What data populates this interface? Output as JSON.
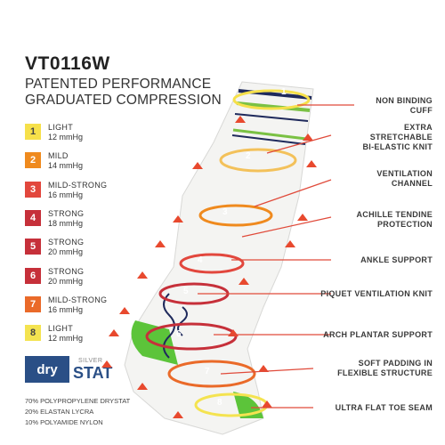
{
  "product": {
    "model": "VT0116W",
    "subtitle_1": "PATENTED PERFORMANCE",
    "subtitle_2": "GRADUATED COMPRESSION"
  },
  "levels": [
    {
      "num": "1",
      "name": "LIGHT",
      "value": "12 mmHg",
      "color": "#f6e04a",
      "text_color": "#444444"
    },
    {
      "num": "2",
      "name": "MILD",
      "value": "14 mmHg",
      "color": "#ef8a1e",
      "text_color": "#ffffff"
    },
    {
      "num": "3",
      "name": "MILD-STRONG",
      "value": "16 mmHg",
      "color": "#e2473d",
      "text_color": "#ffffff"
    },
    {
      "num": "4",
      "name": "STRONG",
      "value": "18 mmHg",
      "color": "#c6303a",
      "text_color": "#ffffff"
    },
    {
      "num": "5",
      "name": "STRONG",
      "value": "20 mmHg",
      "color": "#c6303a",
      "text_color": "#ffffff"
    },
    {
      "num": "6",
      "name": "STRONG",
      "value": "20 mmHg",
      "color": "#c6303a",
      "text_color": "#ffffff"
    },
    {
      "num": "7",
      "name": "MILD-STRONG",
      "value": "16 mmHg",
      "color": "#ea6a29",
      "text_color": "#ffffff"
    },
    {
      "num": "8",
      "name": "LIGHT",
      "value": "12 mmHg",
      "color": "#f4e350",
      "text_color": "#444444"
    }
  ],
  "brand": {
    "box": "dry",
    "silver": "SILVER",
    "stat": "STAT"
  },
  "materials": [
    "70% POLYPROPYLENE DRYSTAT",
    "20% ELASTAN LYCRA",
    "10% POLYAMIDE NYLON"
  ],
  "features": [
    {
      "line1": "NON BINDING",
      "line2": "CUFF",
      "line3": ""
    },
    {
      "line1": "EXTRA",
      "line2": "STRETCHABLE",
      "line3": "BI-ELASTIC KNIT"
    },
    {
      "line1": "VENTILATION",
      "line2": "CHANNEL",
      "line3": ""
    },
    {
      "line1": "ACHILLE TENDINE",
      "line2": "PROTECTION",
      "line3": ""
    },
    {
      "line1": "ANKLE SUPPORT",
      "line2": "",
      "line3": ""
    },
    {
      "line1": "PIQUET VENTILATION KNIT",
      "line2": "",
      "line3": ""
    },
    {
      "line1": "ARCH PLANTAR SUPPORT",
      "line2": "",
      "line3": ""
    },
    {
      "line1": "SOFT PADDING IN",
      "line2": "FLEXIBLE STRUCTURE",
      "line3": ""
    },
    {
      "line1": "ULTRA FLAT TOE SEAM",
      "line2": "",
      "line3": ""
    }
  ],
  "colors": {
    "sock_body": "#f4f4f2",
    "stripe_navy": "#1f2a5c",
    "stripe_green": "#7ac143",
    "heel_green": "#5cc43a",
    "leader": "#e04a3a",
    "arrow": "#e8492e",
    "brand_blue": "#2a4f86"
  }
}
